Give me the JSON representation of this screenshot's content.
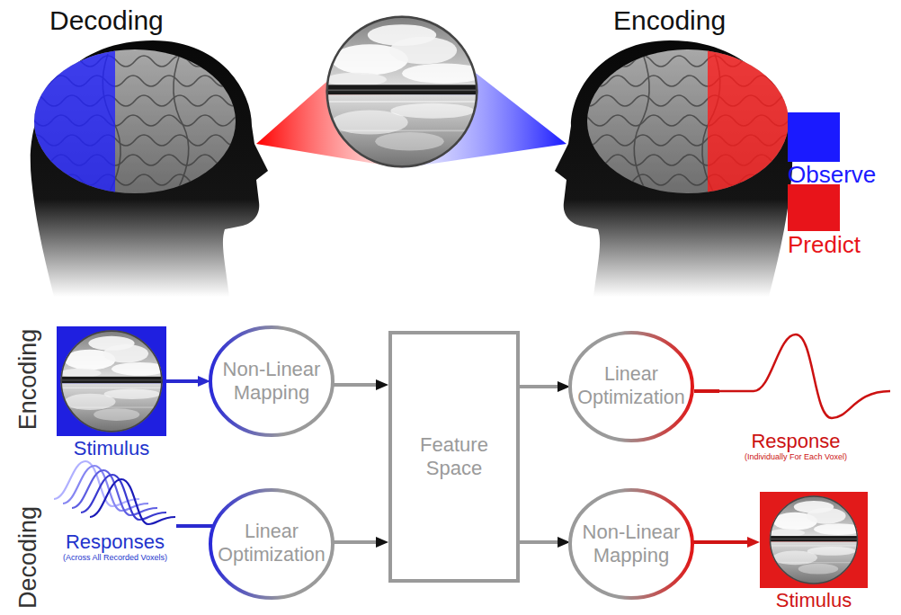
{
  "diagram": {
    "nodes": [
      {
        "text": [
          "Stimulus"
        ]
      },
      {
        "text": [
          "Non-Linear Mapping"
        ]
      },
      {
        "text": [
          "Feature Space"
        ]
      },
      {
        "text": [
          "Linear Optimization"
        ]
      },
      {
        "text": [
          "Linear Optimization"
        ]
      },
      {
        "text": [
          "Non-Linear Mapping"
        ]
      },
      {
        "text": [
          "Stimulus"
        ]
      }
    ],
    "edges": [
      {
        "from": 0,
        "to": 1,
        "arrow": "to"
      },
      {
        "from": 1,
        "to": 2,
        "arrow": "to"
      },
      {
        "from": 2,
        "to": 3,
        "arrow": "to"
      },
      {
        "from": 4,
        "to": 2,
        "arrow": "to"
      },
      {
        "from": 2,
        "to": 5,
        "arrow": "to"
      },
      {
        "from": 5,
        "to": 6,
        "arrow": "to"
      }
    ],
    "labels": [
      "Decoding",
      "Encoding",
      "Encoding",
      "Response",
      "(Individually For Each Voxel)",
      "Decoding",
      "Responses",
      "(Across All Recorded Voxels)"
    ],
    "legend": [
      {
        "text": "Observe",
        "color": "#1a1aff"
      },
      {
        "text": "Predict",
        "color": "#e8141a"
      }
    ]
  }
}
